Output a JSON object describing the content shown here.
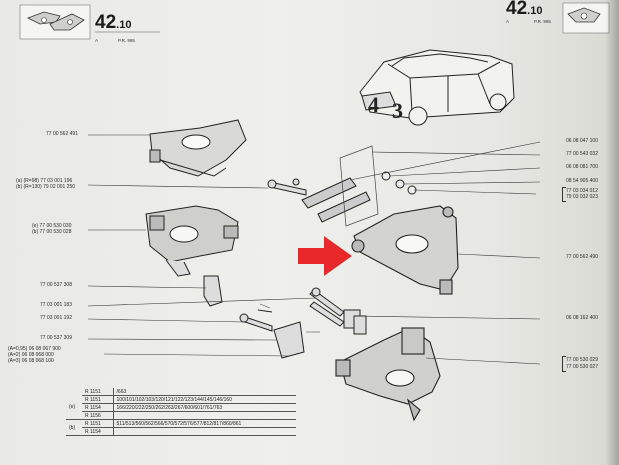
{
  "header": {
    "left_section": "42",
    "left_section_decimal": ".10",
    "left_label_a": "A",
    "left_label_pr": "P.R. 995",
    "right_section": "42",
    "right_section_decimal": ".10",
    "right_label_a": "A",
    "right_label_pr": "P.R. 995"
  },
  "left_parts": [
    {
      "id": "77 00 562 491"
    },
    {
      "id": "(a) (R=98)  77 03 001 196"
    },
    {
      "id": "(b) (R=130) 79 02 001 250"
    },
    {
      "id": "(e) 77 00 530 030"
    },
    {
      "id": "(b) 77 00 530 028"
    },
    {
      "id": "77 00 537 308"
    },
    {
      "id": "77 03 001 183"
    },
    {
      "id": "77 03 001 192"
    },
    {
      "id": "77 00 537 309"
    },
    {
      "id": "(A=0,95) 06 08 067 900"
    },
    {
      "id": "(A=2)    06 08 068 000"
    },
    {
      "id": "(A=3)    06 08 068 100"
    }
  ],
  "right_parts": [
    {
      "id": "06 08 047 100"
    },
    {
      "id": "77 00 543 032"
    },
    {
      "id": "06 08 081 700"
    },
    {
      "id": "08 54 905 400"
    },
    {
      "id": "77 03 034 012"
    },
    {
      "id": "79 03 032 023"
    },
    {
      "id": "77 00 562 490"
    },
    {
      "id": "06 08 162 400"
    },
    {
      "id": "77 00 530 029"
    },
    {
      "id": "77 00 530 027"
    }
  ],
  "applicability_table": {
    "rows": [
      {
        "tag": "",
        "model": "R 1151",
        "codes": "/663"
      },
      {
        "tag": "(e)",
        "model": "R 1151",
        "codes": "100/101/102/103/120/121/122/123/144/145/146/160"
      },
      {
        "tag": "",
        "model": "R 1154",
        "codes": "166/220/222/250/262/263/267/600/601/761/763"
      },
      {
        "tag": "",
        "model": "R 1156",
        "codes": ""
      },
      {
        "tag": "(b)",
        "model": "R 1151",
        "codes": "511/513/560/562/566/570/572/576/577/812/817/860/861"
      },
      {
        "tag": "",
        "model": "R 1154",
        "codes": ""
      }
    ]
  },
  "colors": {
    "paper": "#ececE8",
    "ink": "#2a2a2a",
    "arrow": "#e8282a"
  },
  "icons": {
    "car": "renault-car-illustration",
    "arrow": "red-arrow"
  }
}
